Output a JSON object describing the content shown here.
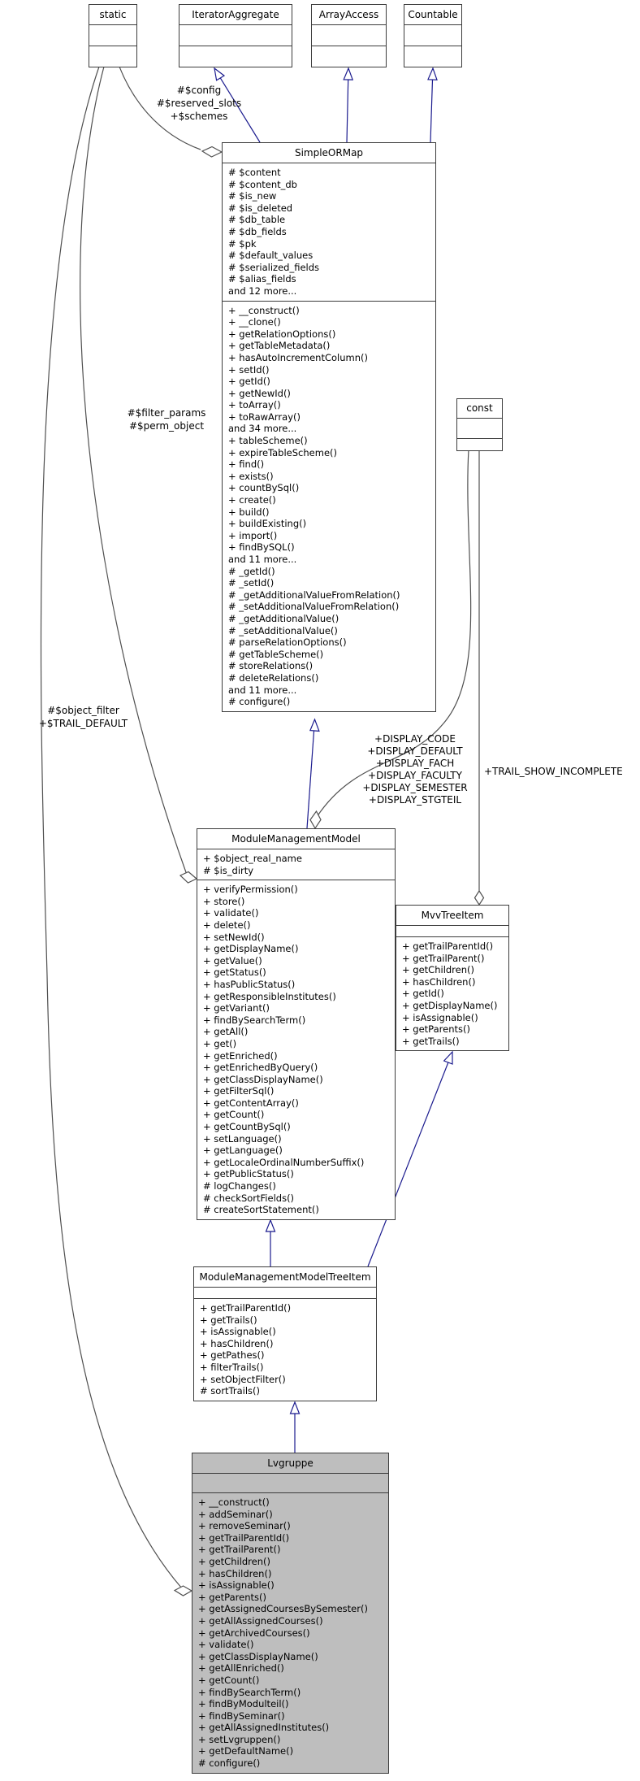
{
  "classes": {
    "static": {
      "name": "static"
    },
    "iterator_aggregate": {
      "name": "IteratorAggregate"
    },
    "array_access": {
      "name": "ArrayAccess"
    },
    "countable": {
      "name": "Countable"
    },
    "const": {
      "name": "const"
    },
    "simple_or_map": {
      "name": "SimpleORMap",
      "attributes": [
        "# $content",
        "# $content_db",
        "# $is_new",
        "# $is_deleted",
        "# $db_table",
        "# $db_fields",
        "# $pk",
        "# $default_values",
        "# $serialized_fields",
        "# $alias_fields",
        "and 12 more..."
      ],
      "methods": [
        "+ __construct()",
        "+ __clone()",
        "+ getRelationOptions()",
        "+ getTableMetadata()",
        "+ hasAutoIncrementColumn()",
        "+ setId()",
        "+ getId()",
        "+ getNewId()",
        "+ toArray()",
        "+ toRawArray()",
        "and 34 more...",
        "+ tableScheme()",
        "+ expireTableScheme()",
        "+ find()",
        "+ exists()",
        "+ countBySql()",
        "+ create()",
        "+ build()",
        "+ buildExisting()",
        "+ import()",
        "+ findBySQL()",
        "and 11 more...",
        "# _getId()",
        "# _setId()",
        "# _getAdditionalValueFromRelation()",
        "# _setAdditionalValueFromRelation()",
        "# _getAdditionalValue()",
        "# _setAdditionalValue()",
        "# parseRelationOptions()",
        "# getTableScheme()",
        "# storeRelations()",
        "# deleteRelations()",
        "and 11 more...",
        "# configure()"
      ]
    },
    "module_management_model": {
      "name": "ModuleManagementModel",
      "attributes": [
        "+ $object_real_name",
        "# $is_dirty"
      ],
      "methods": [
        "+ verifyPermission()",
        "+ store()",
        "+ validate()",
        "+ delete()",
        "+ setNewId()",
        "+ getDisplayName()",
        "+ getValue()",
        "+ getStatus()",
        "+ hasPublicStatus()",
        "+ getResponsibleInstitutes()",
        "+ getVariant()",
        "+ findBySearchTerm()",
        "+ getAll()",
        "+ get()",
        "+ getEnriched()",
        "+ getEnrichedByQuery()",
        "+ getClassDisplayName()",
        "+ getFilterSql()",
        "+ getContentArray()",
        "+ getCount()",
        "+ getCountBySql()",
        "+ setLanguage()",
        "+ getLanguage()",
        "+ getLocaleOrdinalNumberSuffix()",
        "+ getPublicStatus()",
        "# logChanges()",
        "# checkSortFields()",
        "# createSortStatement()"
      ]
    },
    "mvv_tree_item": {
      "name": "MvvTreeItem",
      "methods": [
        "+ getTrailParentId()",
        "+ getTrailParent()",
        "+ getChildren()",
        "+ hasChildren()",
        "+ getId()",
        "+ getDisplayName()",
        "+ isAssignable()",
        "+ getParents()",
        "+ getTrails()"
      ]
    },
    "module_management_model_tree_item": {
      "name": "ModuleManagementModelTreeItem",
      "methods": [
        "+ getTrailParentId()",
        "+ getTrails()",
        "+ isAssignable()",
        "+ hasChildren()",
        "+ getPathes()",
        "+ filterTrails()",
        "+ setObjectFilter()",
        "# sortTrails()"
      ]
    },
    "lvgruppe": {
      "name": "Lvgruppe",
      "methods": [
        "+ __construct()",
        "+ addSeminar()",
        "+ removeSeminar()",
        "+ getTrailParentId()",
        "+ getTrailParent()",
        "+ getChildren()",
        "+ hasChildren()",
        "+ isAssignable()",
        "+ getParents()",
        "+ getAssignedCoursesBySemester()",
        "+ getAllAssignedCourses()",
        "+ getArchivedCourses()",
        "+ validate()",
        "+ getClassDisplayName()",
        "+ getAllEnriched()",
        "+ getCount()",
        "+ findBySearchTerm()",
        "+ findByModulteil()",
        "+ findBySeminar()",
        "+ getAllAssignedInstitutes()",
        "+ setLvgruppen()",
        "+ getDefaultName()",
        "# configure()"
      ]
    }
  },
  "edge_labels": {
    "static_to_simpleormap": [
      "#$config",
      "#$reserved_slots",
      "+$schemes"
    ],
    "static_to_mmm": [
      "#$filter_params",
      "#$perm_object"
    ],
    "static_to_lvgruppe": [
      "#$object_filter",
      "+$TRAIL_DEFAULT"
    ],
    "const_to_mmm": [
      "+DISPLAY_CODE",
      "+DISPLAY_DEFAULT",
      "+DISPLAY_FACH",
      "+DISPLAY_FACULTY",
      "+DISPLAY_SEMESTER",
      "+DISPLAY_STGTEIL"
    ],
    "const_to_mvvtreeitem": [
      "+TRAIL_SHOW_INCOMPLETE"
    ]
  },
  "colors": {
    "inheritance_edge": "#1b1b8e",
    "usage_edge": "#4f4f4f",
    "box_border": "#3c3c3c",
    "focus_class_fill": "#bebebe"
  }
}
